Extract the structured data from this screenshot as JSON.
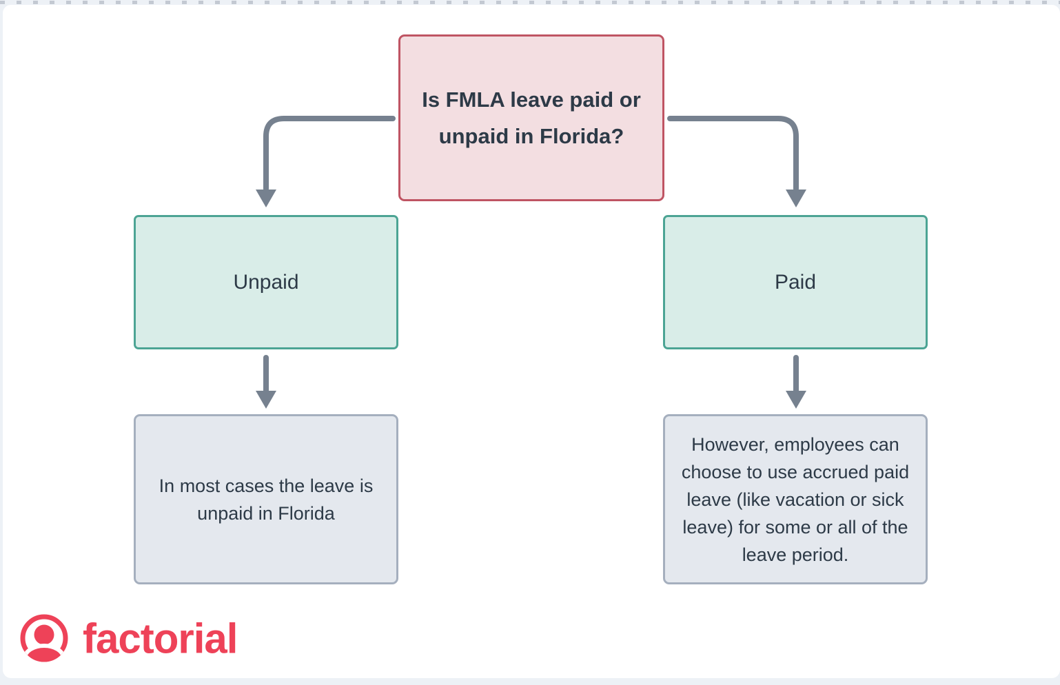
{
  "page": {
    "background_color": "#edf1f6",
    "canvas_color": "#ffffff",
    "ruler_dash_color": "#c3c9d2"
  },
  "diagram": {
    "arrow_color": "#76818f",
    "text_color": "#2d3a47",
    "nodes": [
      {
        "id": "question",
        "type": "question",
        "label": "Is FMLA leave paid or unpaid in Florida?",
        "fill": "#f3dee1",
        "border": "#bf5463"
      },
      {
        "id": "unpaid",
        "type": "answer",
        "label": "Unpaid",
        "fill": "#d9ede8",
        "border": "#4ca494"
      },
      {
        "id": "paid",
        "type": "answer",
        "label": "Paid",
        "fill": "#d9ede8",
        "border": "#4ca494"
      },
      {
        "id": "unpaid-detail",
        "type": "detail",
        "label": "In most cases the leave is unpaid in Florida",
        "fill": "#e4e8ee",
        "border": "#a5afbe"
      },
      {
        "id": "paid-detail",
        "type": "detail",
        "label": "However, employees can choose to use accrued paid leave (like vacation or sick leave) for some or all of the leave period.",
        "fill": "#e4e8ee",
        "border": "#a5afbe"
      }
    ],
    "edges": [
      {
        "from": "question",
        "to": "unpaid"
      },
      {
        "from": "question",
        "to": "paid"
      },
      {
        "from": "unpaid",
        "to": "unpaid-detail"
      },
      {
        "from": "paid",
        "to": "paid-detail"
      }
    ]
  },
  "footer": {
    "logo_text": "factorial",
    "logo_color": "#ee4258",
    "logo_icon": "person-in-circle-icon"
  }
}
